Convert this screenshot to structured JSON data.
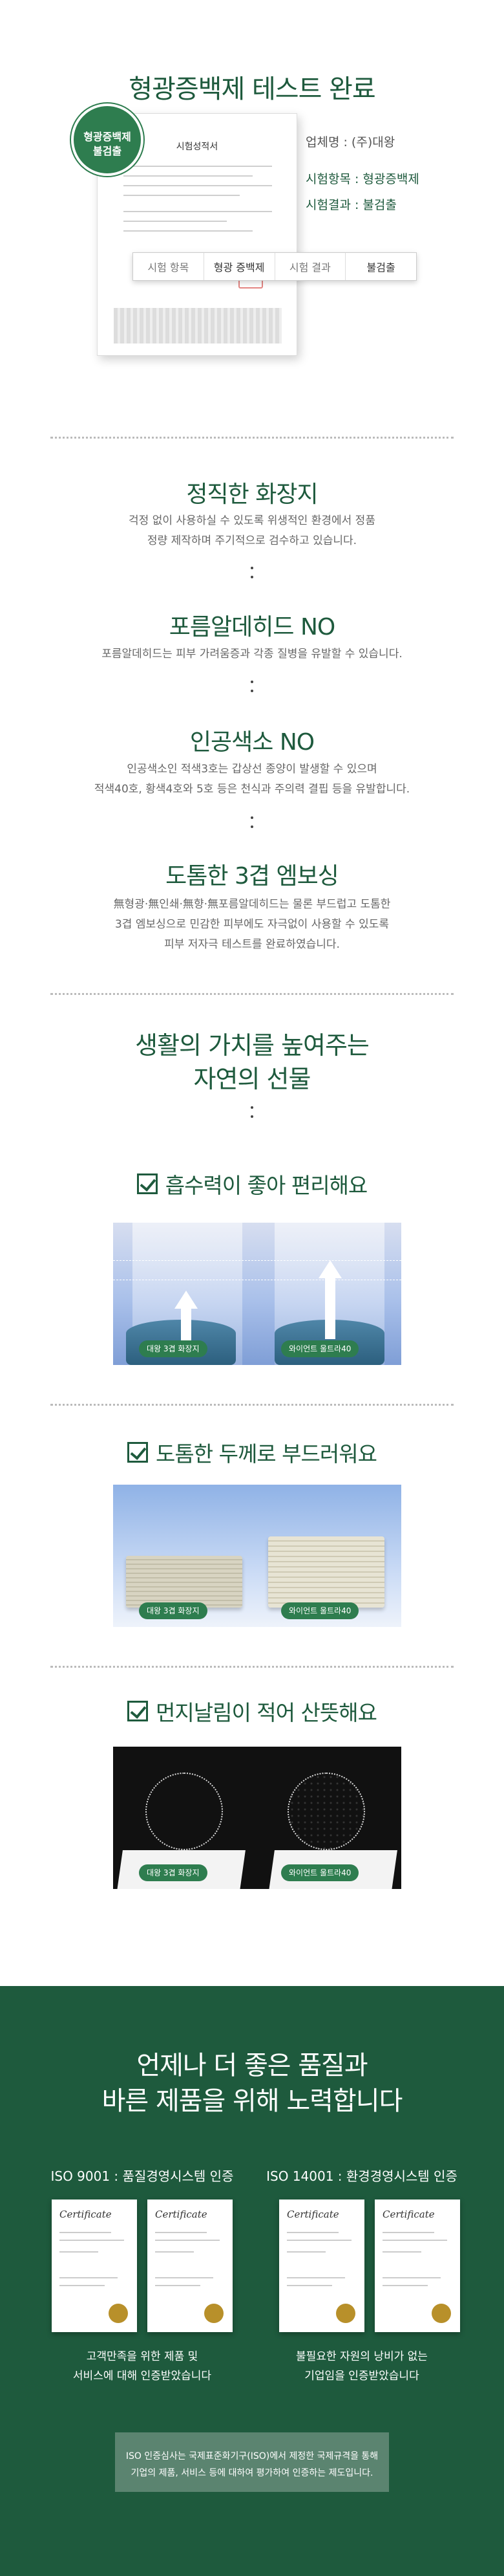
{
  "section1": {
    "title": "형광증백제 테스트 완료",
    "badge_line1": "형광증백제",
    "badge_line2": "불검출",
    "doc_title": "시험성적서",
    "company": "업체명 : (주)대왕",
    "test_item": "시험항목 : 형광증백제",
    "test_result": "시험결과 : 불검출",
    "bar": [
      "시험 항목",
      "형광 증백제",
      "시험 결과",
      "불검출"
    ]
  },
  "features": [
    {
      "title": "정직한 화장지",
      "desc": [
        "걱정 없이 사용하실 수 있도록 위생적인 환경에서 정품",
        "정량 제작하며 주기적으로 검수하고 있습니다."
      ]
    },
    {
      "title": "포름알데히드 NO",
      "desc": [
        "포름알데히드는 피부 가려움증과 각종 질병을 유발할 수 있습니다."
      ]
    },
    {
      "title": "인공색소 NO",
      "desc": [
        "인공색소인 적색3호는 갑상선 종양이 발생할 수 있으며",
        "적색40호, 황색4호와 5호 등은 천식과 주의력 결핍 등을 유발합니다."
      ]
    },
    {
      "title": "도톰한 3겹 엠보싱",
      "desc": [
        "無형광·無인쇄·無향·無포름알데히드는 물론 부드럽고 도톰한",
        "3겹 엠보싱으로 민감한 피부에도 자극없이 사용할 수 있도록",
        "피부 저자극 테스트를 완료하였습니다."
      ]
    }
  ],
  "gift": {
    "line1": "생활의 가치를 높여주는",
    "line2": "자연의 선물"
  },
  "compare": [
    {
      "title": "흡수력이 좋아 편리해요",
      "left": "대왕 3겹 화장지",
      "right": "와이언트 울트라40"
    },
    {
      "title": "도톰한 두께로 부드러워요",
      "left": "대왕 3겹 화장지",
      "right": "와이언트 울트라40"
    },
    {
      "title": "먼지날림이 적어 산뜻해요",
      "left": "대왕 3겹 화장지",
      "right": "와이언트 울트라40"
    }
  ],
  "quality": {
    "line1": "언제나 더 좋은 품질과",
    "line2": "바른 제품을 위해 노력합니다",
    "iso9001": {
      "head": "ISO 9001 : 품질경영시스템 인증",
      "desc": [
        "고객만족을 위한 제품 및",
        "서비스에 대해 인증받았습니다"
      ]
    },
    "iso14001": {
      "head": "ISO 14001 : 환경경영시스템 인증",
      "desc": [
        "불필요한 자원의 낭비가 없는",
        "기업임을 인증받았습니다"
      ]
    },
    "cert_label": "Certificate",
    "note": [
      "ISO 인증심사는 국제표준화기구(ISO)에서 제정한 국제규격을 통해",
      "기업의 제품, 서비스 등에 대하여 평가하여 인증하는 제도입니다."
    ]
  },
  "colors": {
    "brand_green": "#1e5a3d",
    "accent_green": "#2e7d4f"
  }
}
